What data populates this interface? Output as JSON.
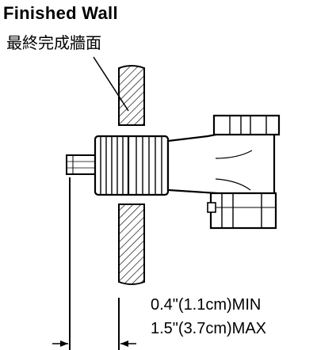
{
  "heading": {
    "title": "Finished Wall",
    "subtitle": "最終完成牆面"
  },
  "dimension": {
    "min": "0.4\"(1.1cm)MIN",
    "max": "1.5\"(3.7cm)MAX"
  }
}
